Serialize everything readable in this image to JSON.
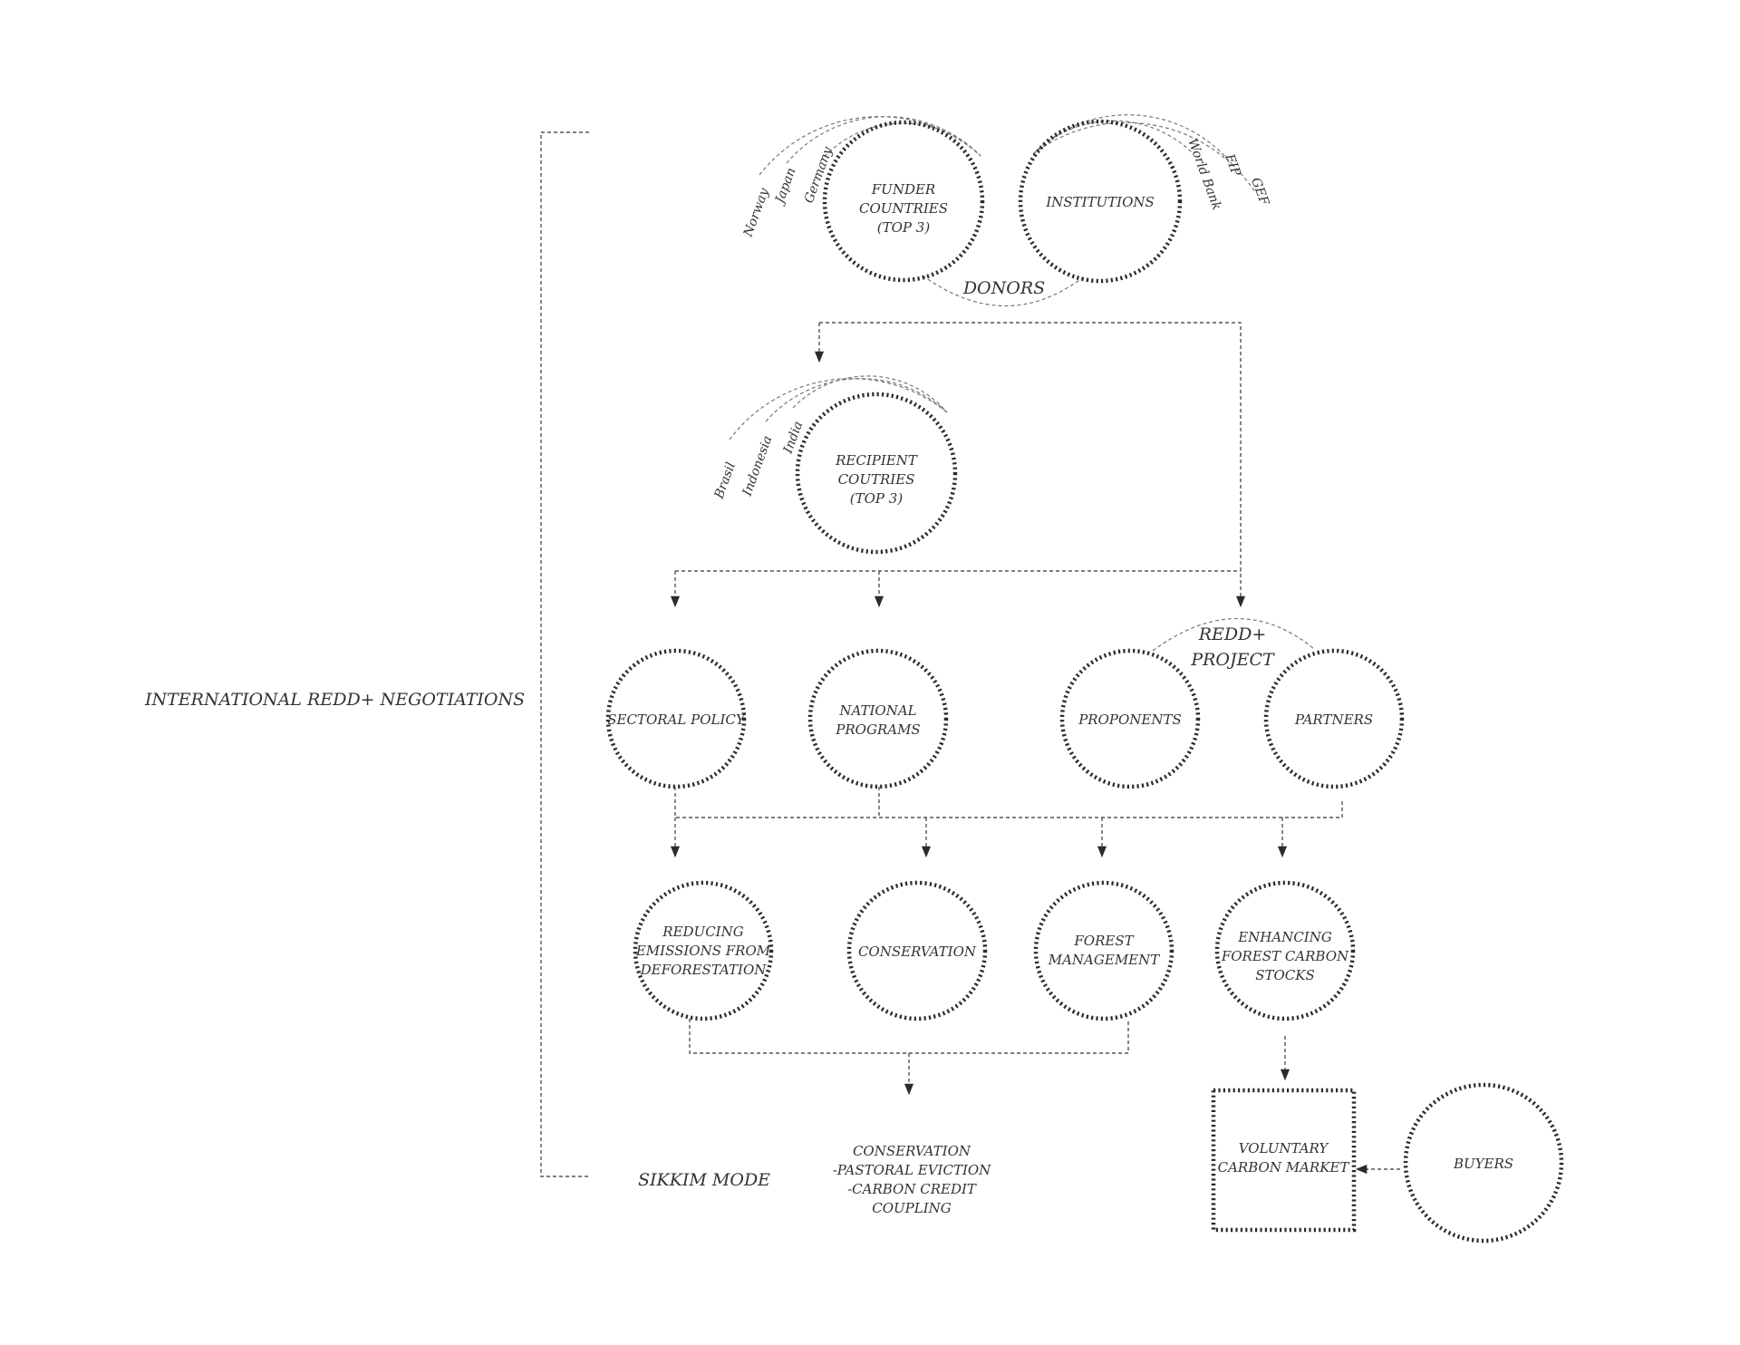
{
  "side": {
    "international": "INTERNATIONAL REDD+ NEGOTIATIONS",
    "sikkim": "SIKKIM MODE"
  },
  "donors": {
    "group_label": "DONORS",
    "funder": [
      "FUNDER",
      "COUNTRIES",
      "(TOP 3)"
    ],
    "funder_countries": [
      "Norway",
      "Japan",
      "Germany"
    ],
    "institutions": "INSTITUTIONS",
    "institution_names": [
      "World Bank",
      "FIP",
      "GEF"
    ]
  },
  "recipient": {
    "label": [
      "RECIPIENT",
      "COUTRIES",
      "(TOP 3)"
    ],
    "countries": [
      "Brasil",
      "Indonesia",
      "India"
    ]
  },
  "row3": {
    "sectoral": "SECTORAL POLICY",
    "national": [
      "NATIONAL",
      "PROGRAMS"
    ],
    "redd_project": [
      "REDD+",
      "PROJECT"
    ],
    "proponents": "PROPONENTS",
    "partners": "PARTNERS"
  },
  "row4": {
    "reducing": [
      "REDUCING",
      "EMISSIONS FROM",
      "DEFORESTATION"
    ],
    "conservation": "CONSERVATION",
    "forest": [
      "FOREST",
      "MANAGEMENT"
    ],
    "enhancing": [
      "ENHANCING",
      "FOREST CARBON",
      "STOCKS"
    ]
  },
  "bottom": {
    "sikkim_text": [
      "CONSERVATION",
      "-PASTORAL EVICTION",
      "-CARBON CREDIT",
      "COUPLING"
    ],
    "market": [
      "VOLUNTARY",
      "CARBON MARKET"
    ],
    "buyers": "BUYERS"
  }
}
